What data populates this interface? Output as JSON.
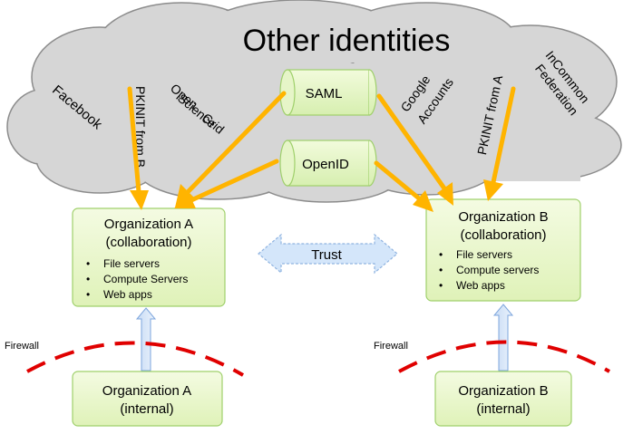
{
  "cloud": {
    "title": "Other identities",
    "labels": {
      "facebook": "Facebook",
      "pkinit_b": "PKINIT from B",
      "osg_1": "Open",
      "osg_2": "Science",
      "osg_3": "Grid",
      "google_1": "Google",
      "google_2": "Accounts",
      "pkinit_a": "PKINIT from A",
      "incommon_1": "InCommon",
      "incommon_2": "Federation"
    }
  },
  "protocols": {
    "saml": "SAML",
    "openid": "OpenID"
  },
  "org_a_collab": {
    "title_1": "Organization A",
    "title_2": "(collaboration)",
    "items": [
      "File servers",
      "Compute Servers",
      "Web apps"
    ]
  },
  "org_b_collab": {
    "title_1": "Organization B",
    "title_2": "(collaboration)",
    "items": [
      "File servers",
      "Compute servers",
      "Web apps"
    ]
  },
  "trust": "Trust",
  "firewall_left": "Firewall",
  "firewall_right": "Firewall",
  "org_a_internal": {
    "title_1": "Organization A",
    "title_2": "(internal)"
  },
  "org_b_internal": {
    "title_1": "Organization B",
    "title_2": "(internal)"
  },
  "colors": {
    "cloud_fill": "#d6d6d6",
    "cloud_stroke": "#8c8c8c",
    "box_fill": "#eaf7c9",
    "box_stroke": "#9fd06b",
    "arrow": "#ffb400",
    "firewall": "#e00000",
    "trust_fill": "#d4e6fa",
    "trust_stroke": "#8fb3e0"
  }
}
